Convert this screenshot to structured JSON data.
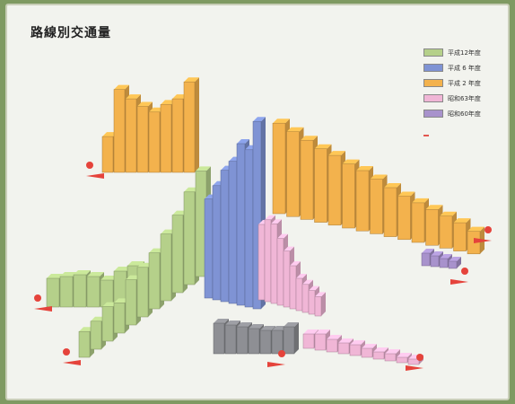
{
  "title": "路線別交通量",
  "legend": {
    "items": [
      {
        "label": "平成12年度",
        "color": "#b5d08a"
      },
      {
        "label": "平成 6 年度",
        "color": "#7f93d4"
      },
      {
        "label": "平成 2 年度",
        "color": "#f3b24d"
      },
      {
        "label": "昭和63年度",
        "color": "#f0b6d6"
      },
      {
        "label": "昭和60年度",
        "color": "#a892cc"
      }
    ],
    "note": "",
    "source": ""
  },
  "chart_data": {
    "type": "bar",
    "title": "路線別交通量",
    "xlabel": "",
    "ylabel": "",
    "ylim": [
      0,
      100
    ],
    "series": [
      {
        "name": "平成 2 年度",
        "values": [
          38,
          88,
          78,
          70,
          64,
          72,
          78,
          96
        ]
      },
      {
        "name": "平成12年度",
        "values": [
          32,
          34,
          36,
          34,
          30,
          40,
          46
        ]
      },
      {
        "name": "平成12年度",
        "values": [
          24,
          26,
          32,
          28,
          42,
          46,
          52,
          62,
          72,
          86,
          98
        ]
      },
      {
        "name": "平成 6 年度",
        "values": [
          92,
          106,
          122,
          132,
          150,
          146,
          174
        ]
      },
      {
        "name": "平成 6 年度",
        "values": [
          34,
          32,
          30,
          28,
          26,
          26,
          30
        ]
      },
      {
        "name": "昭和63年度",
        "values": [
          70,
          76,
          74,
          62,
          52,
          40,
          30,
          26,
          22,
          18
        ]
      },
      {
        "name": "昭和63年度",
        "values": [
          16,
          18,
          14,
          12,
          12,
          10,
          8,
          8,
          6,
          6
        ]
      },
      {
        "name": "平成 2 年度",
        "values": [
          96,
          90,
          84,
          78,
          74,
          68,
          64,
          58,
          52,
          46,
          42,
          38,
          34,
          30,
          24
        ]
      },
      {
        "name": "昭和60年度",
        "values": [
          14,
          12,
          10,
          8
        ]
      }
    ]
  },
  "colors": {
    "green": "#b5d08a",
    "blue": "#7f93d4",
    "orange": "#f3b24d",
    "pink": "#f0b6d6",
    "purple": "#a892cc",
    "gray": "#8e8f94"
  }
}
